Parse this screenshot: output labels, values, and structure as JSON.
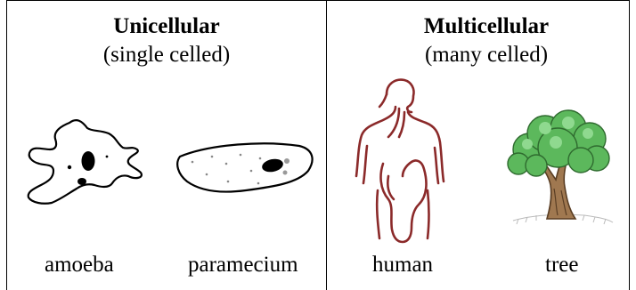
{
  "unicellular": {
    "heading": "Unicellular",
    "subheading": "(single celled)",
    "organisms": [
      {
        "label": "amoeba"
      },
      {
        "label": "paramecium"
      }
    ]
  },
  "multicellular": {
    "heading": "Multicellular",
    "subheading": "(many celled)",
    "organisms": [
      {
        "label": "human"
      },
      {
        "label": "tree"
      }
    ]
  },
  "colors": {
    "human_outline": "#8b2a2a",
    "tree_foliage": "#5cb85c",
    "tree_trunk": "#a07850",
    "line": "#000000"
  }
}
